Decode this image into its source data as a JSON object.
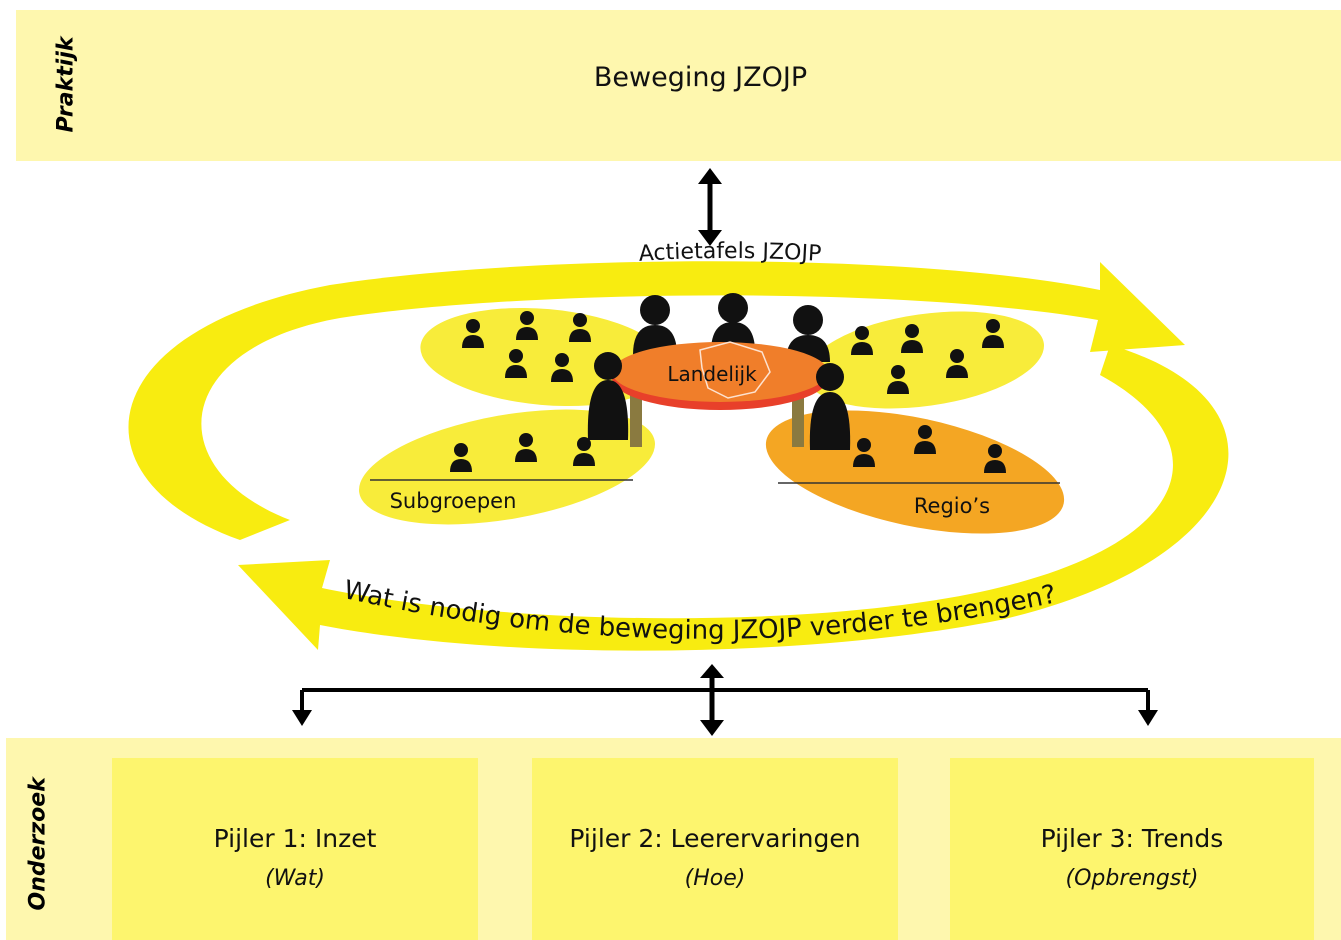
{
  "praktijk": {
    "label": "Praktijk",
    "title": "Beweging JZOJP"
  },
  "cycle": {
    "top_label": "Actietafels JZOJP",
    "question": "Wat is nodig om de beweging JZOJP verder te brengen?",
    "center_label": "Landelijk",
    "left_group": "Subgroepen",
    "right_group": "Regio’s"
  },
  "onderzoek": {
    "label": "Onderzoek",
    "pillars": [
      {
        "title": "Pijler 1: Inzet",
        "subtitle": "(Wat)"
      },
      {
        "title": "Pijler 2: Leerervaringen",
        "subtitle": "(Hoe)"
      },
      {
        "title": "Pijler 3: Trends",
        "subtitle": "(Opbrengst)"
      }
    ]
  },
  "colors": {
    "band": "#fef7ae",
    "pillar": "#fdf56e",
    "ring": "#f8ec10",
    "table": "#f07e2a",
    "region": "#f4a623",
    "ellipse": "#f8ec3a"
  },
  "icons": [
    "person-silhouette-icon",
    "worker-icon",
    "doctor-icon",
    "nurse-icon",
    "money-icon",
    "computer-icon",
    "netherlands-map-icon",
    "double-arrow-icon"
  ]
}
